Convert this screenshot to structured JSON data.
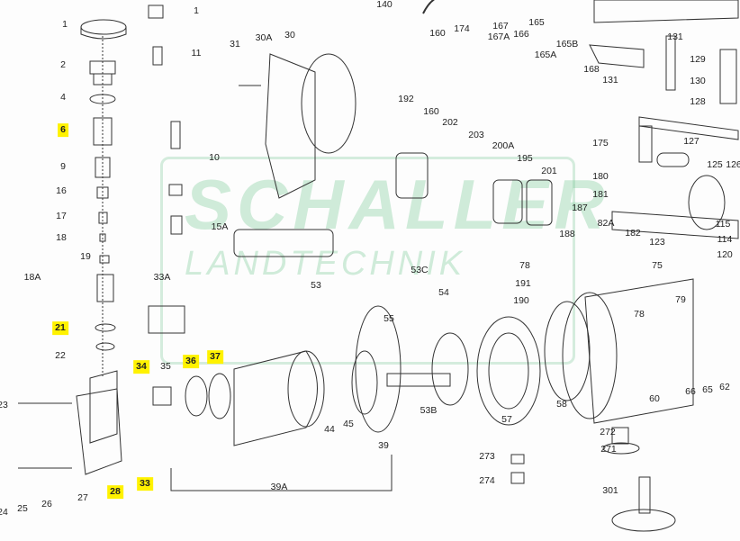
{
  "diagram": {
    "title": "Exploded parts diagram",
    "watermark": {
      "line1": "SCHALLER",
      "line2": "LANDTECHNIK"
    },
    "highlight_color": "#fff200",
    "labels": [
      {
        "text": "1",
        "hl": false
      },
      {
        "text": "1",
        "hl": false
      },
      {
        "text": "11",
        "hl": false
      },
      {
        "text": "2",
        "hl": false
      },
      {
        "text": "4",
        "hl": false
      },
      {
        "text": "6",
        "hl": true
      },
      {
        "text": "9",
        "hl": false
      },
      {
        "text": "16",
        "hl": false
      },
      {
        "text": "17",
        "hl": false
      },
      {
        "text": "18",
        "hl": false
      },
      {
        "text": "19",
        "hl": false
      },
      {
        "text": "18A",
        "hl": false
      },
      {
        "text": "21",
        "hl": true
      },
      {
        "text": "22",
        "hl": false
      },
      {
        "text": "10",
        "hl": false
      },
      {
        "text": "15A",
        "hl": false
      },
      {
        "text": "31",
        "hl": false
      },
      {
        "text": "30A",
        "hl": false
      },
      {
        "text": "30",
        "hl": false
      },
      {
        "text": "33A",
        "hl": false
      },
      {
        "text": "53",
        "hl": false
      },
      {
        "text": "34",
        "hl": true
      },
      {
        "text": "35",
        "hl": false
      },
      {
        "text": "36",
        "hl": true
      },
      {
        "text": "37",
        "hl": true
      },
      {
        "text": "23",
        "hl": false
      },
      {
        "text": "28",
        "hl": true
      },
      {
        "text": "33",
        "hl": true
      },
      {
        "text": "27",
        "hl": false
      },
      {
        "text": "26",
        "hl": false
      },
      {
        "text": "25",
        "hl": false
      },
      {
        "text": "24",
        "hl": false
      },
      {
        "text": "39A",
        "hl": false
      },
      {
        "text": "39",
        "hl": false
      },
      {
        "text": "44",
        "hl": false
      },
      {
        "text": "45",
        "hl": false
      },
      {
        "text": "55",
        "hl": false
      },
      {
        "text": "54",
        "hl": false
      },
      {
        "text": "53C",
        "hl": false
      },
      {
        "text": "53B",
        "hl": false
      },
      {
        "text": "57",
        "hl": false
      },
      {
        "text": "58",
        "hl": false
      },
      {
        "text": "190",
        "hl": false
      },
      {
        "text": "191",
        "hl": false
      },
      {
        "text": "78",
        "hl": false
      },
      {
        "text": "188",
        "hl": false
      },
      {
        "text": "187",
        "hl": false
      },
      {
        "text": "82A",
        "hl": false
      },
      {
        "text": "182",
        "hl": false
      },
      {
        "text": "123",
        "hl": false
      },
      {
        "text": "75",
        "hl": false
      },
      {
        "text": "78",
        "hl": false
      },
      {
        "text": "79",
        "hl": false
      },
      {
        "text": "60",
        "hl": false
      },
      {
        "text": "66",
        "hl": false
      },
      {
        "text": "65",
        "hl": false
      },
      {
        "text": "62",
        "hl": false
      },
      {
        "text": "272",
        "hl": false
      },
      {
        "text": "271",
        "hl": false
      },
      {
        "text": "273",
        "hl": false
      },
      {
        "text": "274",
        "hl": false
      },
      {
        "text": "301",
        "hl": false
      },
      {
        "text": "140",
        "hl": false
      },
      {
        "text": "160",
        "hl": false
      },
      {
        "text": "174",
        "hl": false
      },
      {
        "text": "167",
        "hl": false
      },
      {
        "text": "167A",
        "hl": false
      },
      {
        "text": "166",
        "hl": false
      },
      {
        "text": "165",
        "hl": false
      },
      {
        "text": "165A",
        "hl": false
      },
      {
        "text": "165B",
        "hl": false
      },
      {
        "text": "168",
        "hl": false
      },
      {
        "text": "131",
        "hl": false
      },
      {
        "text": "131",
        "hl": false
      },
      {
        "text": "129",
        "hl": false
      },
      {
        "text": "130",
        "hl": false
      },
      {
        "text": "128",
        "hl": false
      },
      {
        "text": "127",
        "hl": false
      },
      {
        "text": "175",
        "hl": false
      },
      {
        "text": "180",
        "hl": false
      },
      {
        "text": "181",
        "hl": false
      },
      {
        "text": "125",
        "hl": false
      },
      {
        "text": "126",
        "hl": false
      },
      {
        "text": "115",
        "hl": false
      },
      {
        "text": "114",
        "hl": false
      },
      {
        "text": "120",
        "hl": false
      },
      {
        "text": "192",
        "hl": false
      },
      {
        "text": "160",
        "hl": false
      },
      {
        "text": "202",
        "hl": false
      },
      {
        "text": "203",
        "hl": false
      },
      {
        "text": "200A",
        "hl": false
      },
      {
        "text": "195",
        "hl": false
      },
      {
        "text": "201",
        "hl": false
      }
    ]
  }
}
